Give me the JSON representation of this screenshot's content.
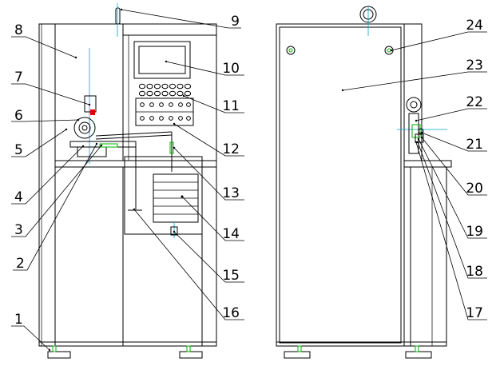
{
  "part_labels": [
    "1",
    "2",
    "3",
    "4",
    "5",
    "6",
    "7",
    "8",
    "9",
    "10",
    "11",
    "12",
    "13",
    "14",
    "15",
    "16",
    "17",
    "18",
    "19",
    "20",
    "21",
    "22",
    "23",
    "24"
  ],
  "colors": {
    "line": "#000000",
    "centerline": "#00a8c8",
    "accent": "#00b000",
    "background": "#ffffff"
  }
}
